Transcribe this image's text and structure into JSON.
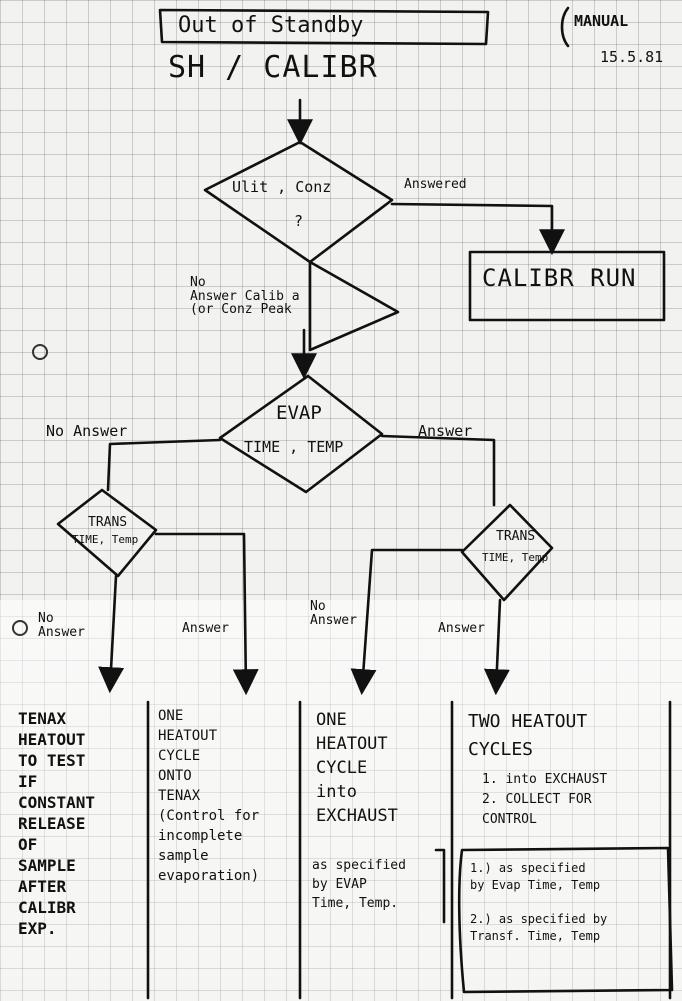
{
  "header": {
    "title": "Out of Standby",
    "subtitle": "SH / CALIBR",
    "corner_label": "MANUAL",
    "date": "15.5.81"
  },
  "flow": {
    "decision_1": {
      "line1": "Ulit , Conz",
      "line2": "?"
    },
    "answered_label": "Answered",
    "calibr_box": "CALIBR RUN",
    "no_answer_1": "No\nAnswer Calib a\n(or Conz Peak",
    "decision_2": {
      "line1": "EVAP",
      "line2": "TIME , TEMP"
    },
    "no_answer_left": "No Answer",
    "answer_right": "Answer",
    "trans_left": {
      "line1": "TRANS",
      "line2": "TIME, Temp"
    },
    "trans_right": {
      "line1": "TRANS",
      "line2": "TIME, Temp"
    },
    "branch_labels": {
      "a": "No\nAnswer",
      "b": "Answer",
      "c": "No\nAnswer",
      "d": "Answer"
    }
  },
  "outcomes": {
    "col1": "TENAX\nHEATOUT\nTO TEST\nIF\nCONSTANT\nRELEASE\nOF\nSAMPLE\nAFTER\nCALIBR\nEXP.",
    "col2": "ONE\nHEATOUT\nCYCLE\nONTO\nTENAX\n(Control for\nincomplete\nsample\nevaporation)",
    "col3": "ONE\nHEATOUT\nCYCLE\ninto\nEXCHAUST",
    "col3_note": "as specified\nby EVAP\nTime, Temp.",
    "col4_head": "TWO HEATOUT\nCYCLES",
    "col4_items": "1. into EXCHAUST\n2. COLLECT FOR\n    CONTROL",
    "col4_note": "1.) as specified\nby Evap Time, Temp\n\n2.) as specified by\nTransf. Time, Temp"
  }
}
